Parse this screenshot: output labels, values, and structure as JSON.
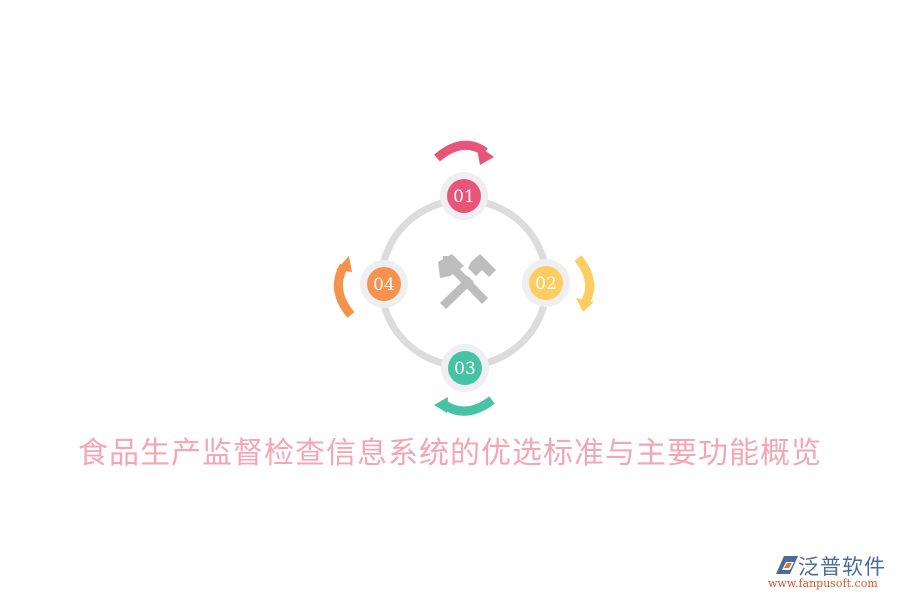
{
  "title": "食品生产监督检查信息系统的优选标准与主要功能概览",
  "center_icon": "crossed-hammers-icon",
  "colors": {
    "ring": "#DCDCDC",
    "halo": "#EFEFF1",
    "icon": "#BDBDBD",
    "title": "#F4A6B4"
  },
  "nodes": [
    {
      "label": "01",
      "color": "#E9547B",
      "position": "top"
    },
    {
      "label": "02",
      "color": "#FDCD62",
      "position": "right"
    },
    {
      "label": "03",
      "color": "#46C3A5",
      "position": "bottom"
    },
    {
      "label": "04",
      "color": "#F5924E",
      "position": "left"
    }
  ],
  "logo": {
    "brand": "泛普软件",
    "url": "www.fanpusoft.com"
  }
}
